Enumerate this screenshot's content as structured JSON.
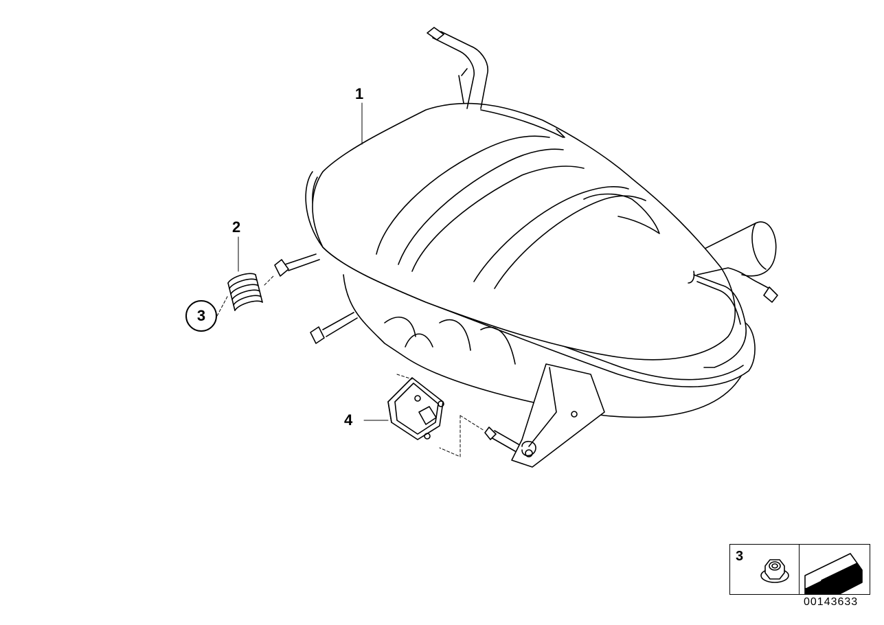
{
  "callouts": {
    "part_1": "1",
    "part_2": "2",
    "part_3": "3",
    "part_4": "4"
  },
  "legend": {
    "part_number": "3",
    "nut_icon": "hex-flange-nut-icon",
    "arrow_icon": "direction-arrow-icon"
  },
  "document_number": "00143633"
}
